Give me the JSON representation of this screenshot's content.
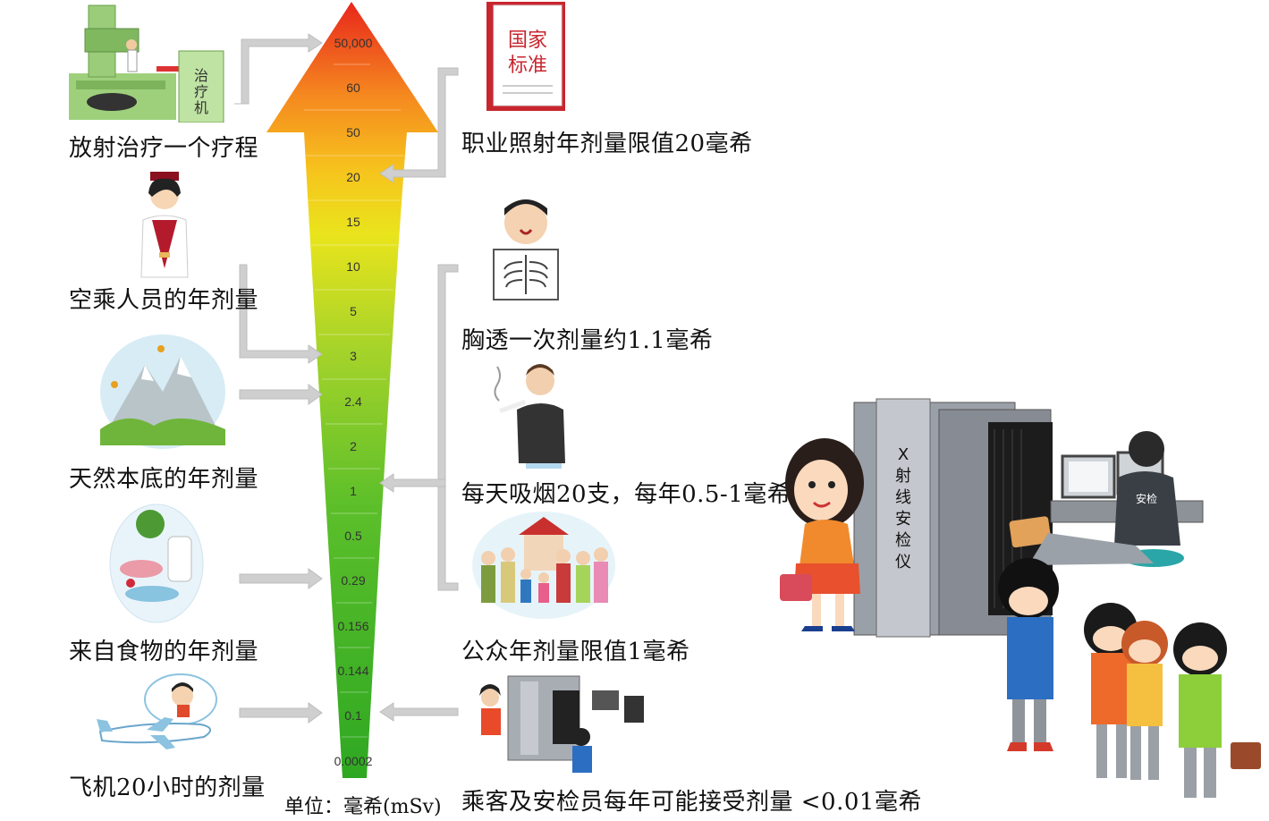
{
  "scale": {
    "unit_label": "单位：毫希(mSv)",
    "ticks": [
      "50,000",
      "60",
      "50",
      "20",
      "15",
      "10",
      "5",
      "3",
      "2.4",
      "2",
      "1",
      "0.5",
      "0.29",
      "0.156",
      "0.144",
      "0.1",
      "0.0002"
    ]
  },
  "left_items": [
    {
      "label": "放射治疗一个疗程",
      "machine_text": "治疗机"
    },
    {
      "label": "空乘人员的年剂量"
    },
    {
      "label": "天然本底的年剂量"
    },
    {
      "label": "来自食物的年剂量"
    },
    {
      "label": "飞机20小时的剂量"
    }
  ],
  "right_items": [
    {
      "label": "职业照射年剂量限值20毫希",
      "book_text": [
        "国家",
        "标准"
      ]
    },
    {
      "label": "胸透一次剂量约1.1毫希"
    },
    {
      "label": "每天吸烟20支，每年0.5-1毫希"
    },
    {
      "label": "公众年剂量限值1毫希"
    },
    {
      "label": "乘客及安检员每年可能接受剂量 <0.01毫希"
    }
  ],
  "scene": {
    "scanner_text": [
      "X",
      "射",
      "线",
      "安",
      "检",
      "仪"
    ],
    "guard_badge": "安检"
  },
  "colors": {
    "arrow_top": "#e8261c",
    "arrow_mid": "#f59a1f",
    "arrow_yellow": "#f2e21b",
    "arrow_green": "#3cb526",
    "connector": "#c8c8c8"
  }
}
